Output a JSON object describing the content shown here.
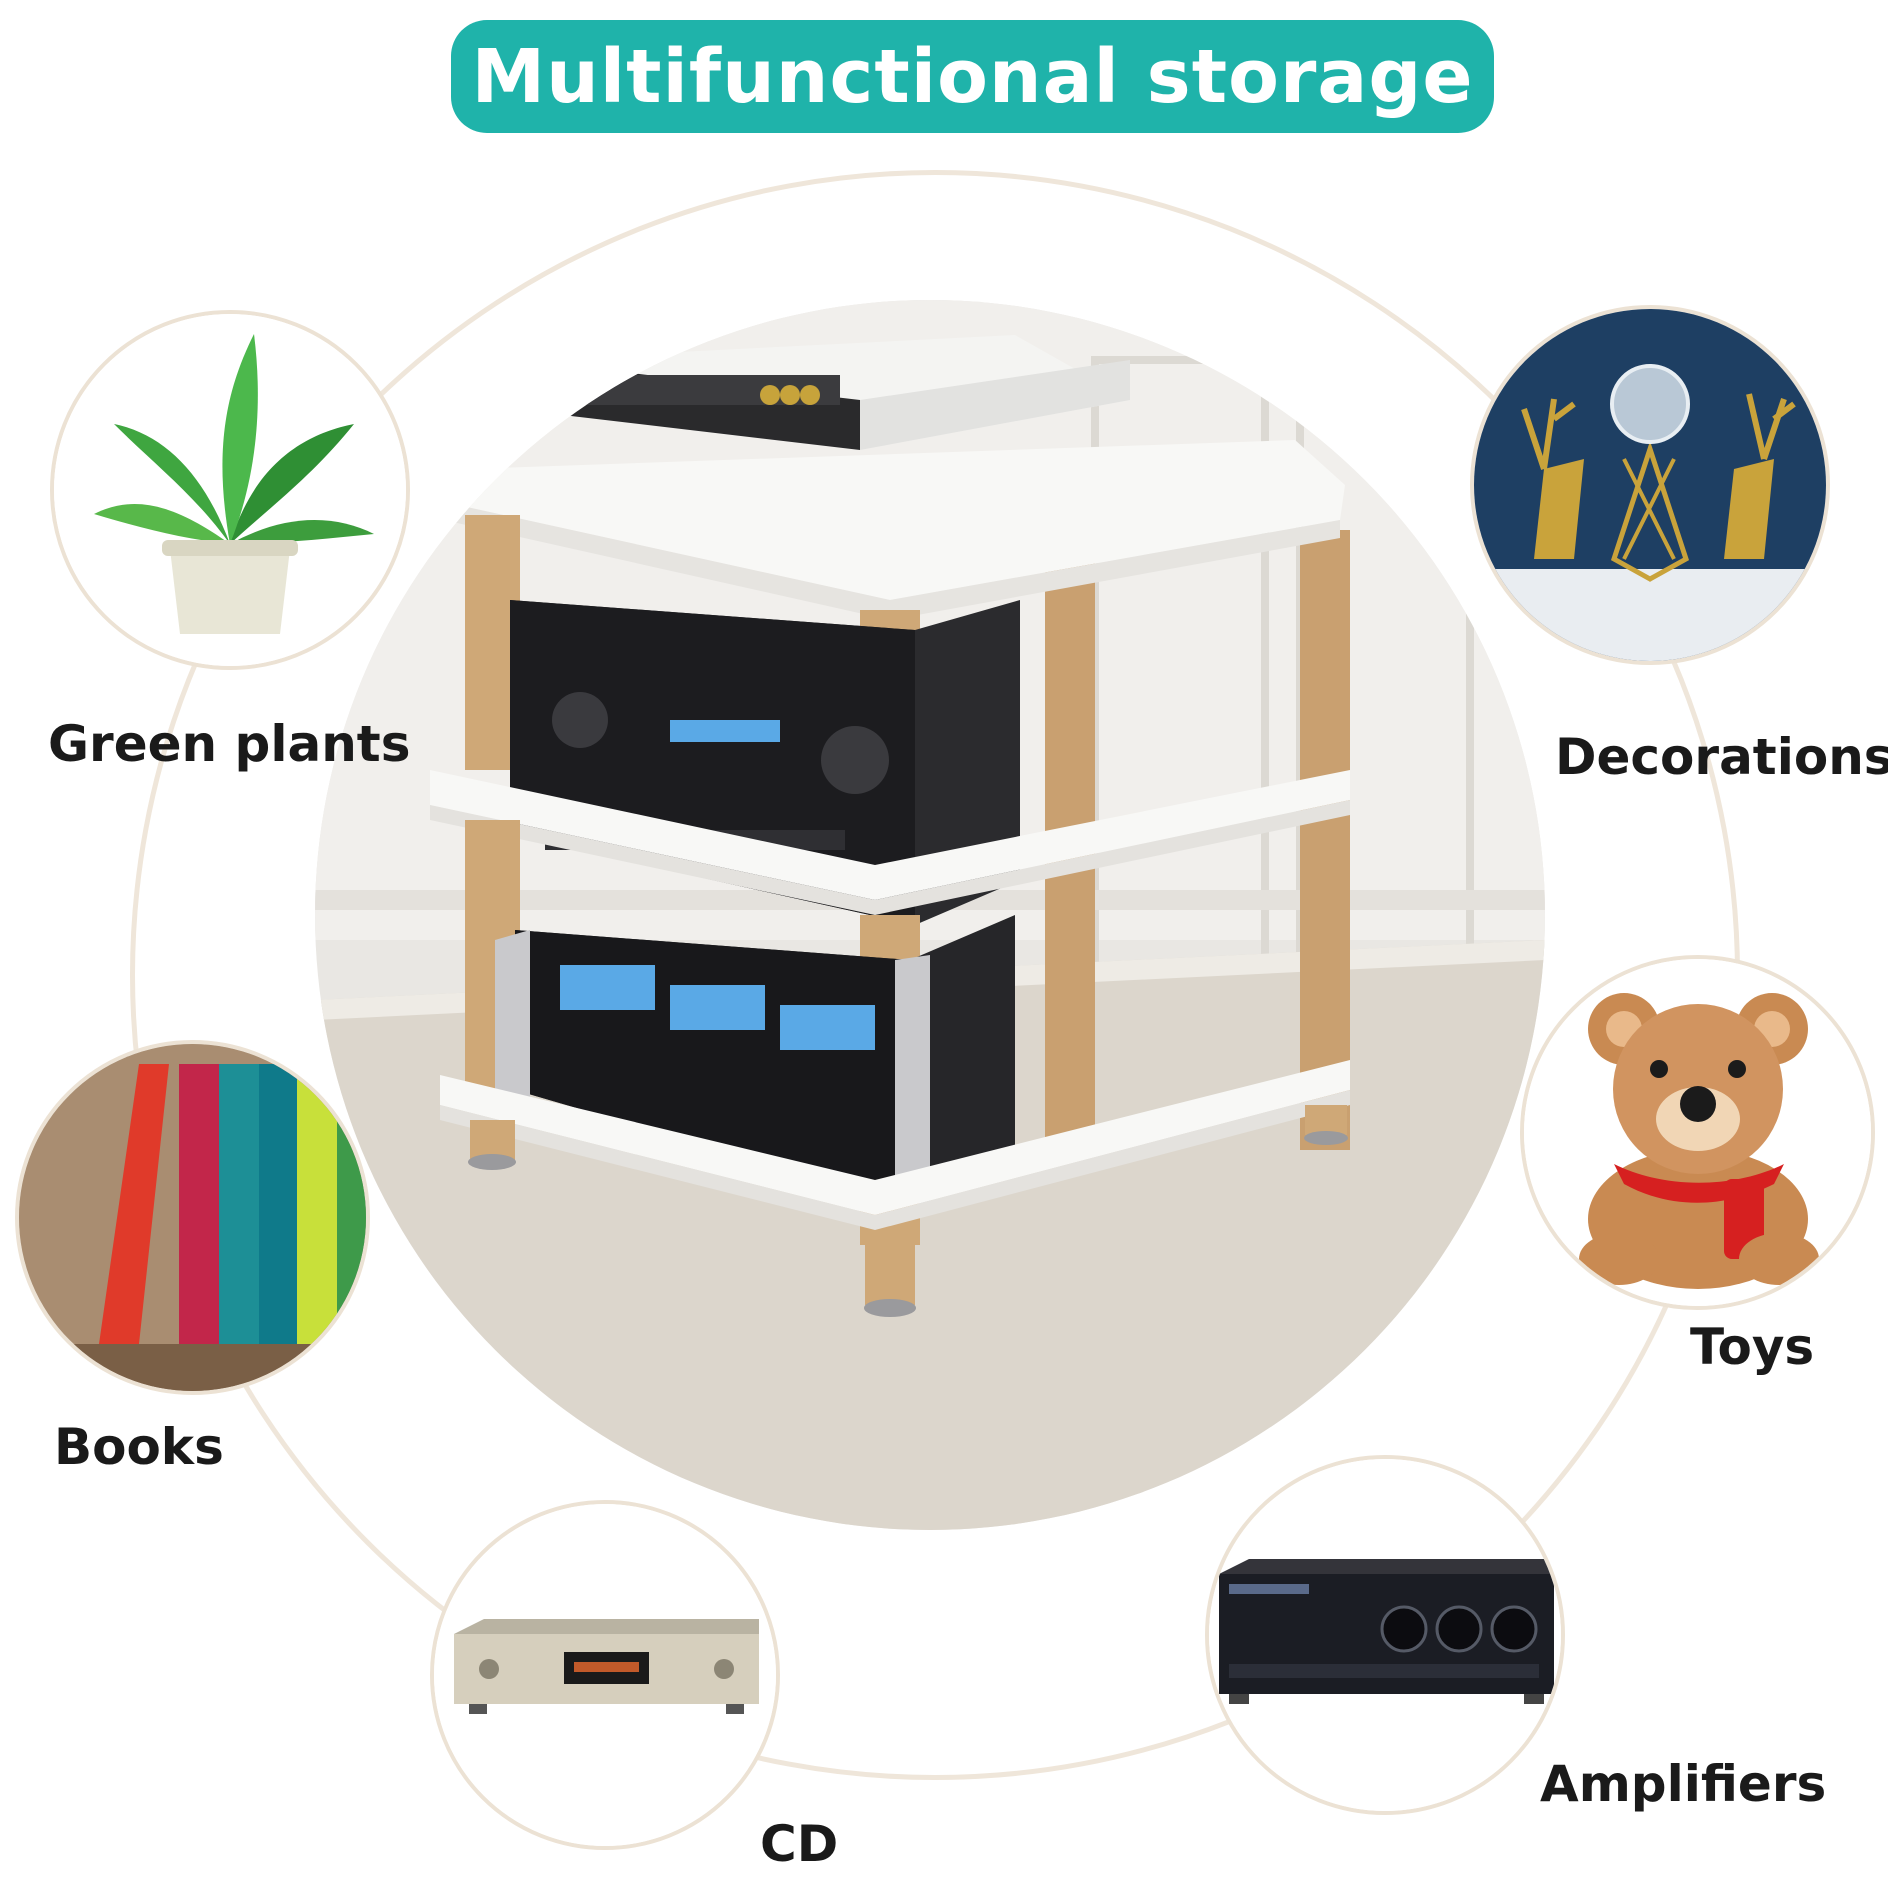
{
  "title": "Multifunctional storage",
  "categories": [
    {
      "id": "green-plants",
      "label": "Green plants"
    },
    {
      "id": "decorations",
      "label": "Decorations"
    },
    {
      "id": "books",
      "label": "Books"
    },
    {
      "id": "toys",
      "label": "Toys"
    },
    {
      "id": "cd",
      "label": "CD"
    },
    {
      "id": "amplifiers",
      "label": "Amplifiers"
    }
  ],
  "colors": {
    "accent": "#1fb3aa",
    "ring": "#efe6da",
    "wood": "#cfa877",
    "shelf": "#f7f7f5",
    "equipment": "#1f1f22",
    "display_blue": "#5aa9e6"
  }
}
